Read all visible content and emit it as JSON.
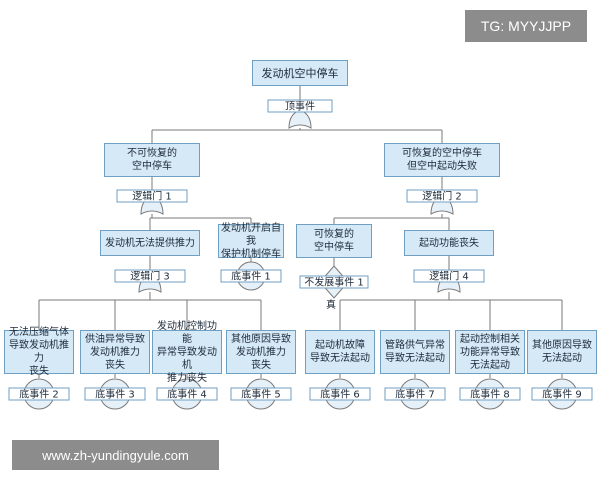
{
  "diagram": {
    "top": "发动机空中停车",
    "top_gate": "顶事件",
    "left_branch": "不可恢复的\n空中停车",
    "right_branch": "可恢复的空中停车\n但空中起动失败",
    "gate1": "逻辑门 1",
    "gate2": "逻辑门 2",
    "gate3": "逻辑门 3",
    "gate4": "逻辑门 4",
    "no_thrust": "发动机无法提供推力",
    "self_protect": "发动机开启自我\n保护机制停车",
    "recoverable": "可恢复的\n空中停车",
    "start_loss": "起动功能丧失",
    "basic1": "底事件 1",
    "undeveloped1": "不发展事件 1",
    "true_label": "真",
    "c1": "无法压缩气体\n导致发动机推力\n丧失",
    "c2": "供油异常导致\n发动机推力\n丧失",
    "c3": "发动机控制功能\n异常导致发动机\n推力丧失",
    "c4": "其他原因导致\n发动机推力\n丧失",
    "c5": "起动机故障\n导致无法起动",
    "c6": "管路供气异常\n导致无法起动",
    "c7": "起动控制相关\n功能异常导致\n无法起动",
    "c8": "其他原因导致\n无法起动",
    "b2": "底事件 2",
    "b3": "底事件 3",
    "b4": "底事件 4",
    "b5": "底事件 5",
    "b6": "底事件 6",
    "b7": "底事件 7",
    "b8": "底事件 8",
    "b9": "底事件 9"
  },
  "watermarks": {
    "tg": "TG: MYYJJPP",
    "url": "www.zh-yundingyule.com"
  },
  "colors": {
    "box_fill": "#d6e9f7",
    "box_border": "#6f9fc3",
    "line": "#7a7a7a",
    "gate_fill": "#e6f0f8"
  }
}
